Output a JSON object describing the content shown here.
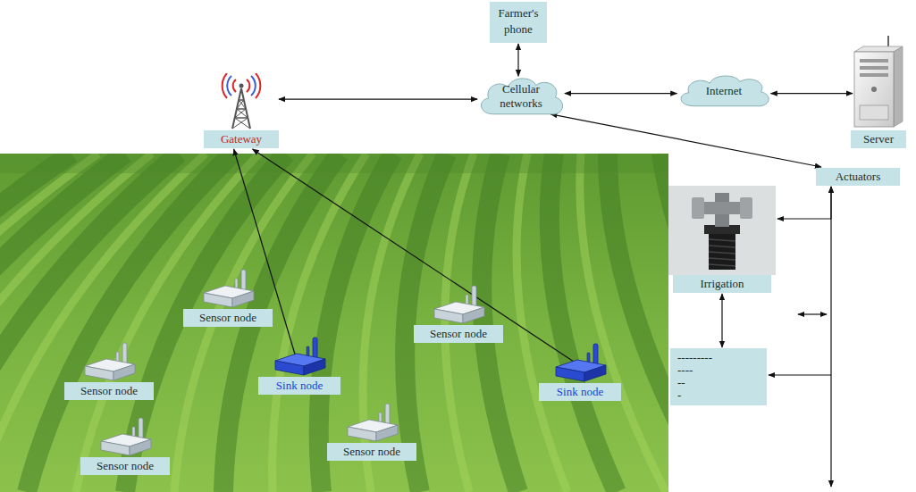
{
  "diagram": {
    "nodes": [
      {
        "text": [
          "Gateway"
        ]
      },
      {
        "text": [
          "Farmer's phone"
        ]
      },
      {
        "text": [
          "Cellular networks"
        ]
      },
      {
        "text": [
          "Internet"
        ]
      },
      {
        "text": [
          "Server"
        ]
      },
      {
        "text": [
          "Actuators"
        ]
      },
      {
        "text": [
          "Irrigation"
        ]
      },
      {
        "text": [
          "---------",
          "----",
          "--",
          "-"
        ]
      },
      {
        "text": [
          "Sensor node"
        ]
      },
      {
        "text": [
          "Sensor node"
        ]
      },
      {
        "text": [
          "Sensor node"
        ]
      },
      {
        "text": [
          "Sink node"
        ]
      },
      {
        "text": [
          "Sink node"
        ]
      },
      {
        "text": [
          "Sensor node"
        ]
      },
      {
        "text": [
          "Sensor node"
        ]
      }
    ],
    "edges": [
      {
        "from": 0,
        "to": 2,
        "arrow": "both"
      },
      {
        "from": 1,
        "to": 2,
        "arrow": "both"
      },
      {
        "from": 2,
        "to": 3,
        "arrow": "both"
      },
      {
        "from": 3,
        "to": 4,
        "arrow": "both"
      },
      {
        "from": 2,
        "to": 5,
        "arrow": "both"
      },
      {
        "from": 11,
        "to": 0,
        "arrow": "to"
      },
      {
        "from": 12,
        "to": 0,
        "arrow": "to"
      },
      {
        "from": 5,
        "to": 6,
        "arrow": "both"
      },
      {
        "from": 5,
        "to": 7,
        "arrow": "both"
      },
      {
        "from": 6,
        "to": 7,
        "arrow": "both"
      }
    ]
  }
}
